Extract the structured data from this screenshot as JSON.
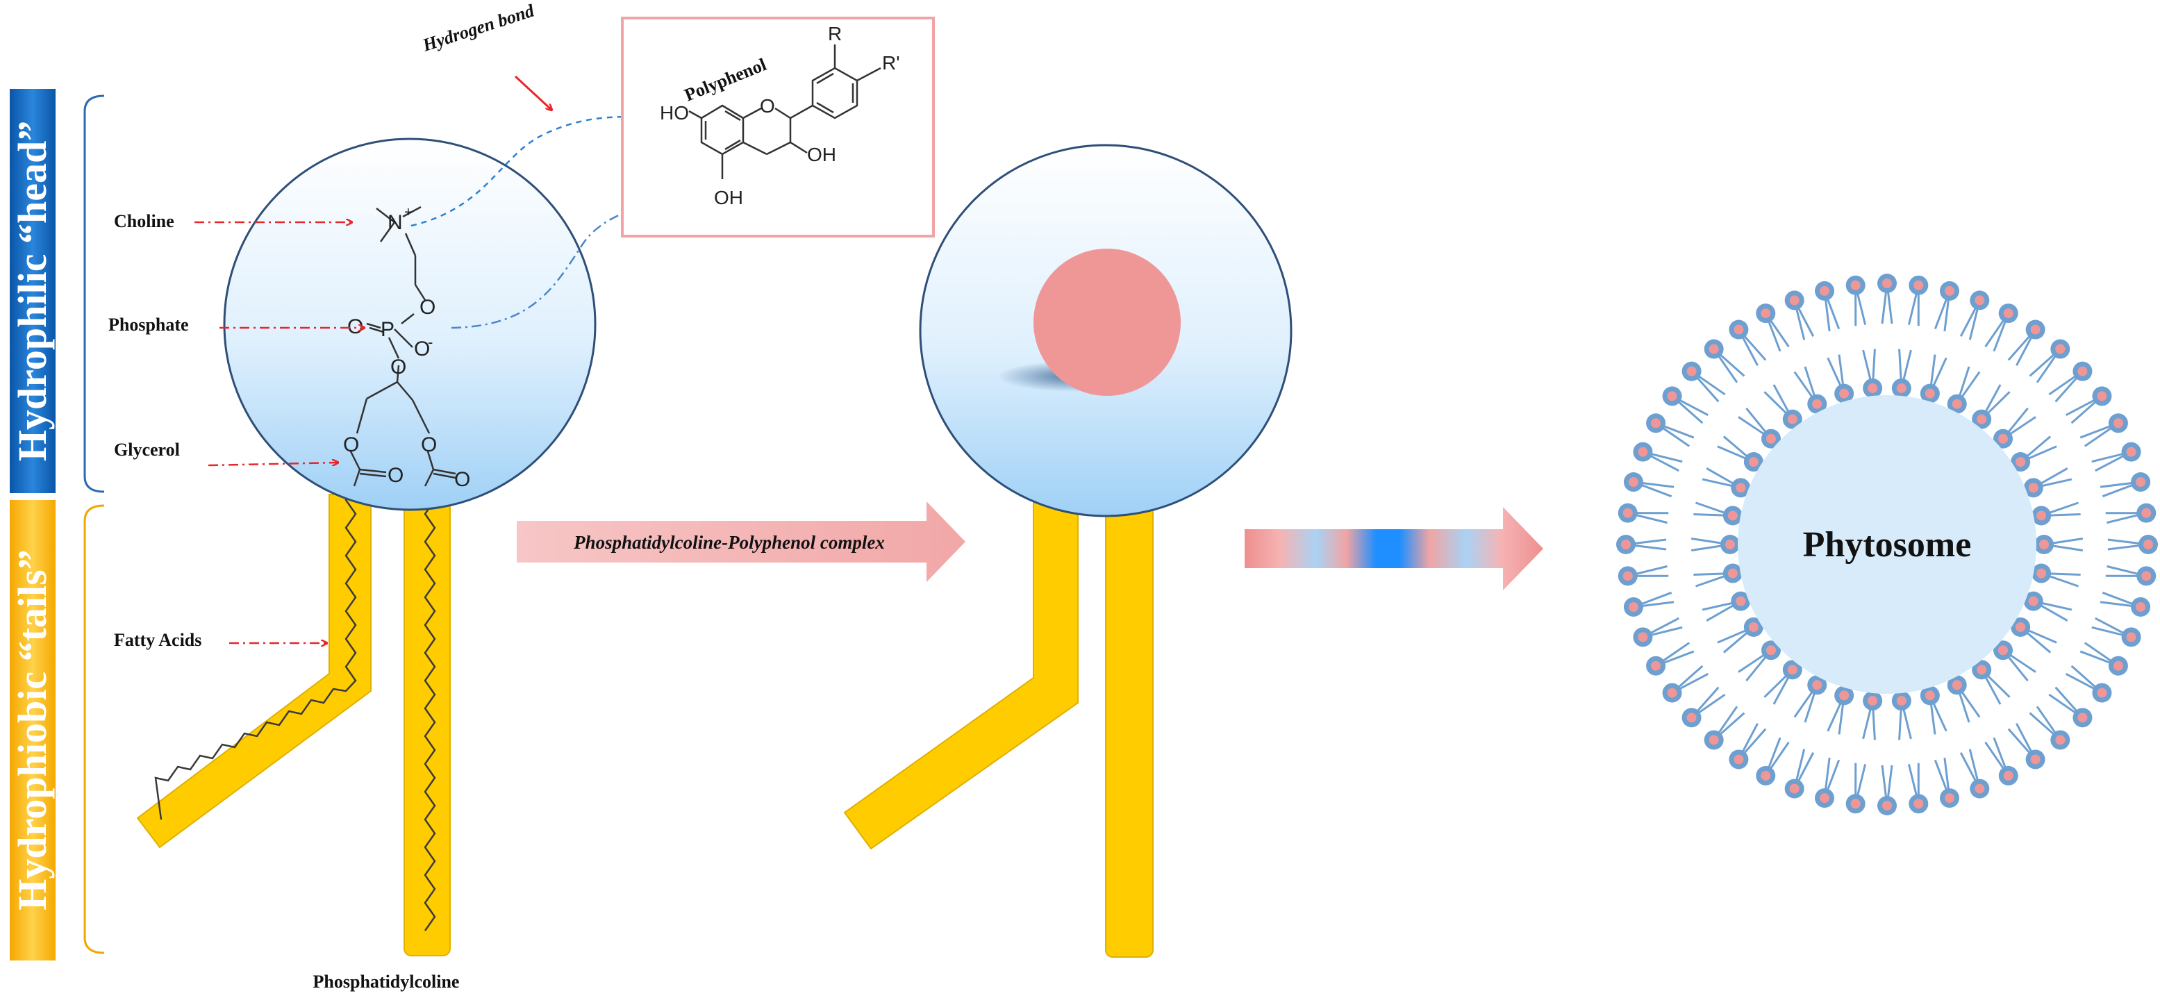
{
  "side_bars": {
    "head_label": "Hydrophilic “head”",
    "tails_label": "Hydrophiobic “tails”"
  },
  "annotations": {
    "hydrogen_bond": "Hydrogen bond",
    "choline": "Choline",
    "phosphate": "Phosphate",
    "glycerol": "Glycerol",
    "fatty_acids": "Fatty Acids",
    "phosphatidylcoline": "Phosphatidylcoline"
  },
  "polyphenol": {
    "title": "Polyphenol",
    "groups": {
      "r": "R",
      "r_prime": "R'",
      "oh_left": "HO",
      "oh_bottom": "OH",
      "oh_right": "OH",
      "ring_o": "O"
    }
  },
  "phospholipid_atoms": {
    "nitrogen": "N",
    "plus": "+",
    "phosphorus": "P",
    "oxygen": "O",
    "minus": "-"
  },
  "complex_arrow_label": "Phosphatidylcoline-Polyphenol complex",
  "phytosome_label": "Phytosome",
  "colors": {
    "side_bar_blue": "#1a6fbf",
    "side_bar_yellow": "#fbbd18",
    "tail_yellow": "#ffcc00",
    "head_sphere_edge": "#2e4f78",
    "polyphenol_box_border": "#f2a4a4",
    "polyphenol_dot": "#ef9797",
    "pointer_red": "#e8262a",
    "lipid_blue": "#6d9fd0",
    "phytosome_core": "#d7ebfa"
  }
}
